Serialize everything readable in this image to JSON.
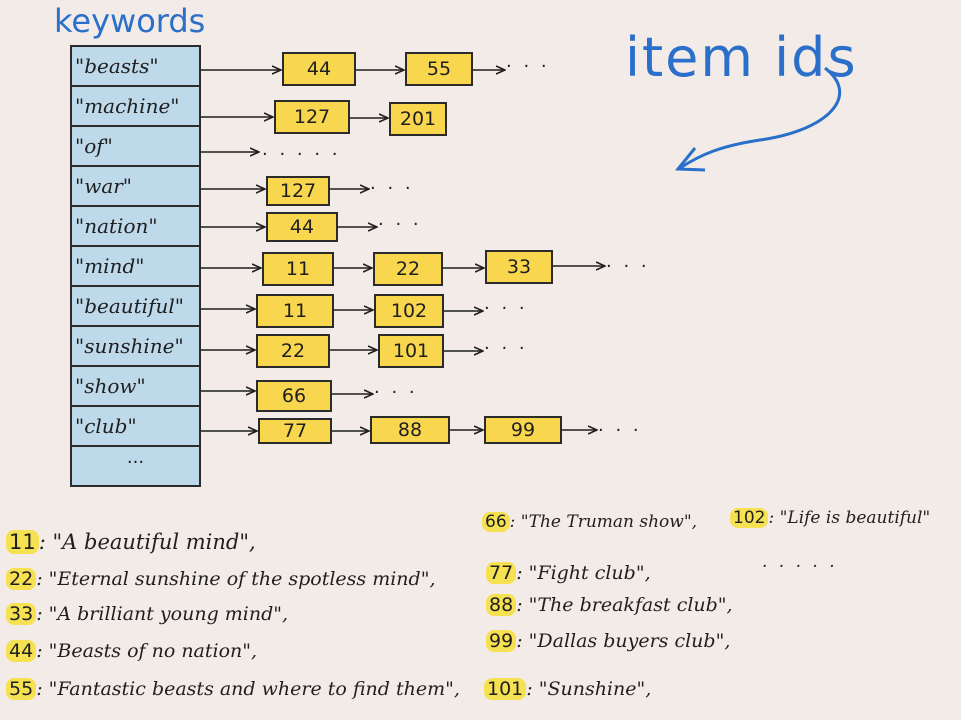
{
  "titles": {
    "keywords": "keywords",
    "item_ids": "item ids"
  },
  "keywords": [
    {
      "label": "\"beasts\"",
      "ids": [
        "44",
        "55"
      ]
    },
    {
      "label": "\"machine\"",
      "ids": [
        "127",
        "201"
      ]
    },
    {
      "label": "\"of\"",
      "ids": []
    },
    {
      "label": "\"war\"",
      "ids": [
        "127"
      ]
    },
    {
      "label": "\"nation\"",
      "ids": [
        "44"
      ]
    },
    {
      "label": "\"mind\"",
      "ids": [
        "11",
        "22",
        "33"
      ]
    },
    {
      "label": "\"beautiful\"",
      "ids": [
        "11",
        "102"
      ]
    },
    {
      "label": "\"sunshine\"",
      "ids": [
        "22",
        "101"
      ]
    },
    {
      "label": "\"show\"",
      "ids": [
        "66"
      ]
    },
    {
      "label": "\"club\"",
      "ids": [
        "77",
        "88",
        "99"
      ]
    }
  ],
  "continuation": {
    "table": "...",
    "list": "· · ·",
    "long": "· · · · ·",
    "legend_more": ". . . . ."
  },
  "legend": [
    {
      "id": "11",
      "title": "\"A beautiful mind\","
    },
    {
      "id": "22",
      "title": "\"Eternal sunshine of the spotless mind\","
    },
    {
      "id": "33",
      "title": "\"A brilliant young mind\","
    },
    {
      "id": "44",
      "title": "\"Beasts of no nation\","
    },
    {
      "id": "55",
      "title": "\"Fantastic beasts and where to find them\","
    },
    {
      "id": "66",
      "title": "\"The Truman show\","
    },
    {
      "id": "102",
      "title": "\"Life is beautiful\""
    },
    {
      "id": "77",
      "title": "\"Fight club\","
    },
    {
      "id": "88",
      "title": "\"The breakfast club\","
    },
    {
      "id": "99",
      "title": "\"Dallas buyers club\","
    },
    {
      "id": "101",
      "title": "\"Sunshine\","
    }
  ],
  "colors": {
    "annotation": "#2a6fc9",
    "id_box": "#f8d64e",
    "table": "#bed9ea",
    "background": "#f3ebe7"
  }
}
